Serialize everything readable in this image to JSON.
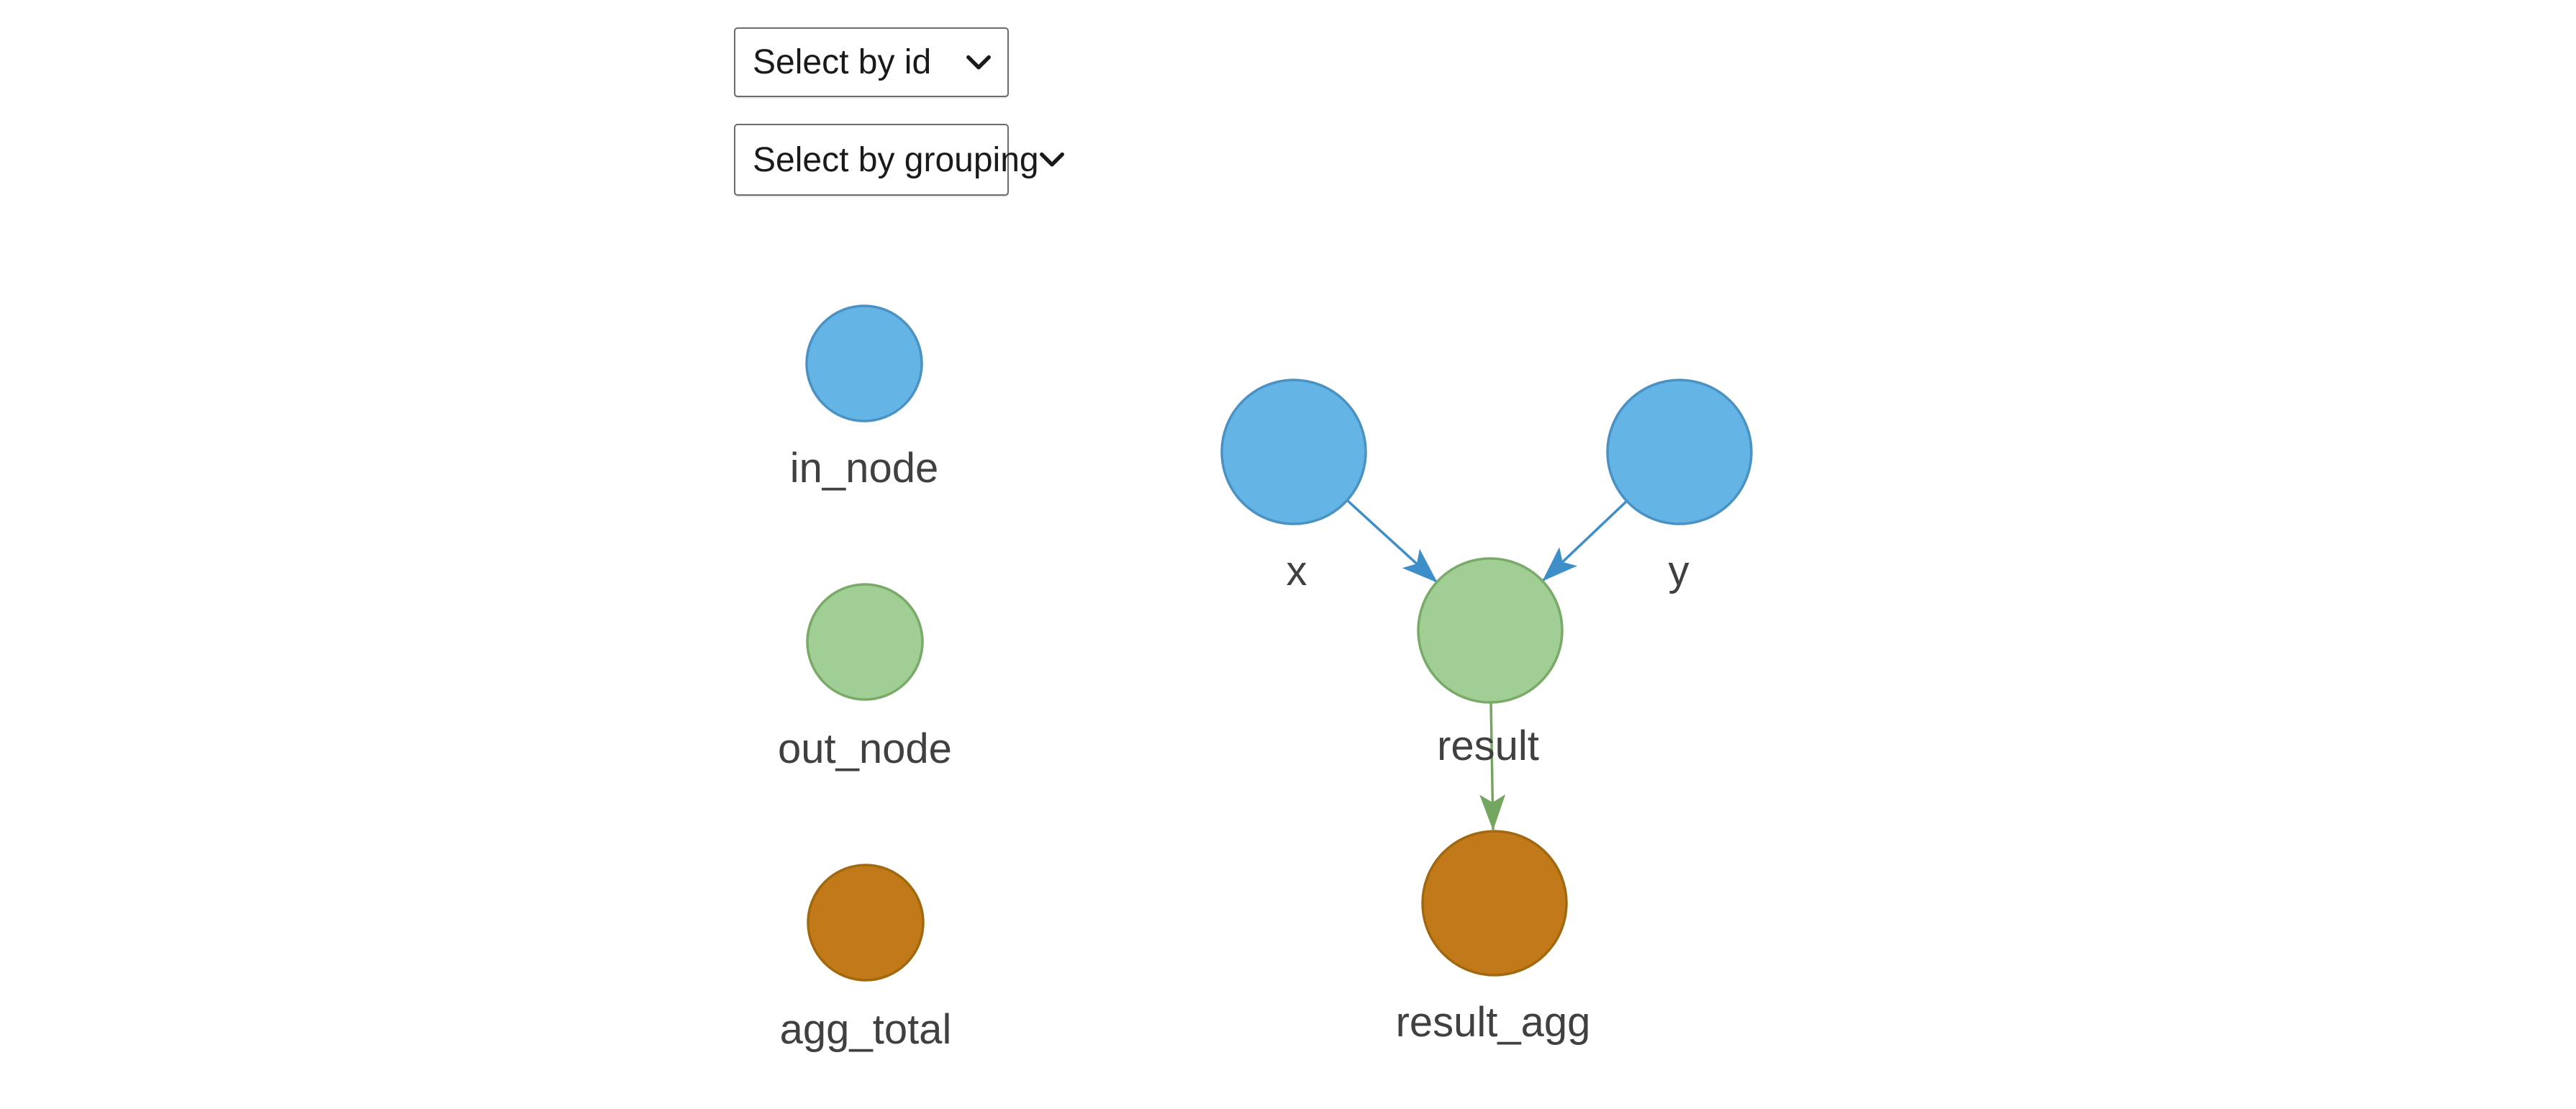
{
  "controls": {
    "select_by_id": {
      "value": "Select by id"
    },
    "select_by_grouping": {
      "value": "Select by grouping"
    }
  },
  "icons": {
    "chevron_down": "⌄"
  },
  "legend": {
    "items": [
      {
        "label": "in_node",
        "fill": "#64b5e6",
        "stroke": "#4a91c4"
      },
      {
        "label": "out_node",
        "fill": "#a0ce94",
        "stroke": "#7aaa68"
      },
      {
        "label": "agg_total",
        "fill": "#c1791a",
        "stroke": "#a2680e"
      }
    ]
  },
  "graph": {
    "nodes": [
      {
        "id": "x",
        "label": "x",
        "type": "in_node",
        "fill": "#64b5e6",
        "stroke": "#4a91c4"
      },
      {
        "id": "y",
        "label": "y",
        "type": "in_node",
        "fill": "#64b5e6",
        "stroke": "#4a91c4"
      },
      {
        "id": "result",
        "label": "result",
        "type": "out_node",
        "fill": "#a0ce94",
        "stroke": "#7aaa68"
      },
      {
        "id": "result_agg",
        "label": "result_agg",
        "type": "agg_total",
        "fill": "#c1791a",
        "stroke": "#a2680e"
      }
    ],
    "edges": [
      {
        "from": "x",
        "to": "result",
        "color": "#3d8ec9"
      },
      {
        "from": "y",
        "to": "result",
        "color": "#3d8ec9"
      },
      {
        "from": "result",
        "to": "result_agg",
        "color": "#74a65f"
      }
    ]
  },
  "colors": {
    "background": "#ffffff",
    "label_text": "#404040",
    "select_border": "#6b6b6b",
    "select_text": "#1a1a1a"
  }
}
